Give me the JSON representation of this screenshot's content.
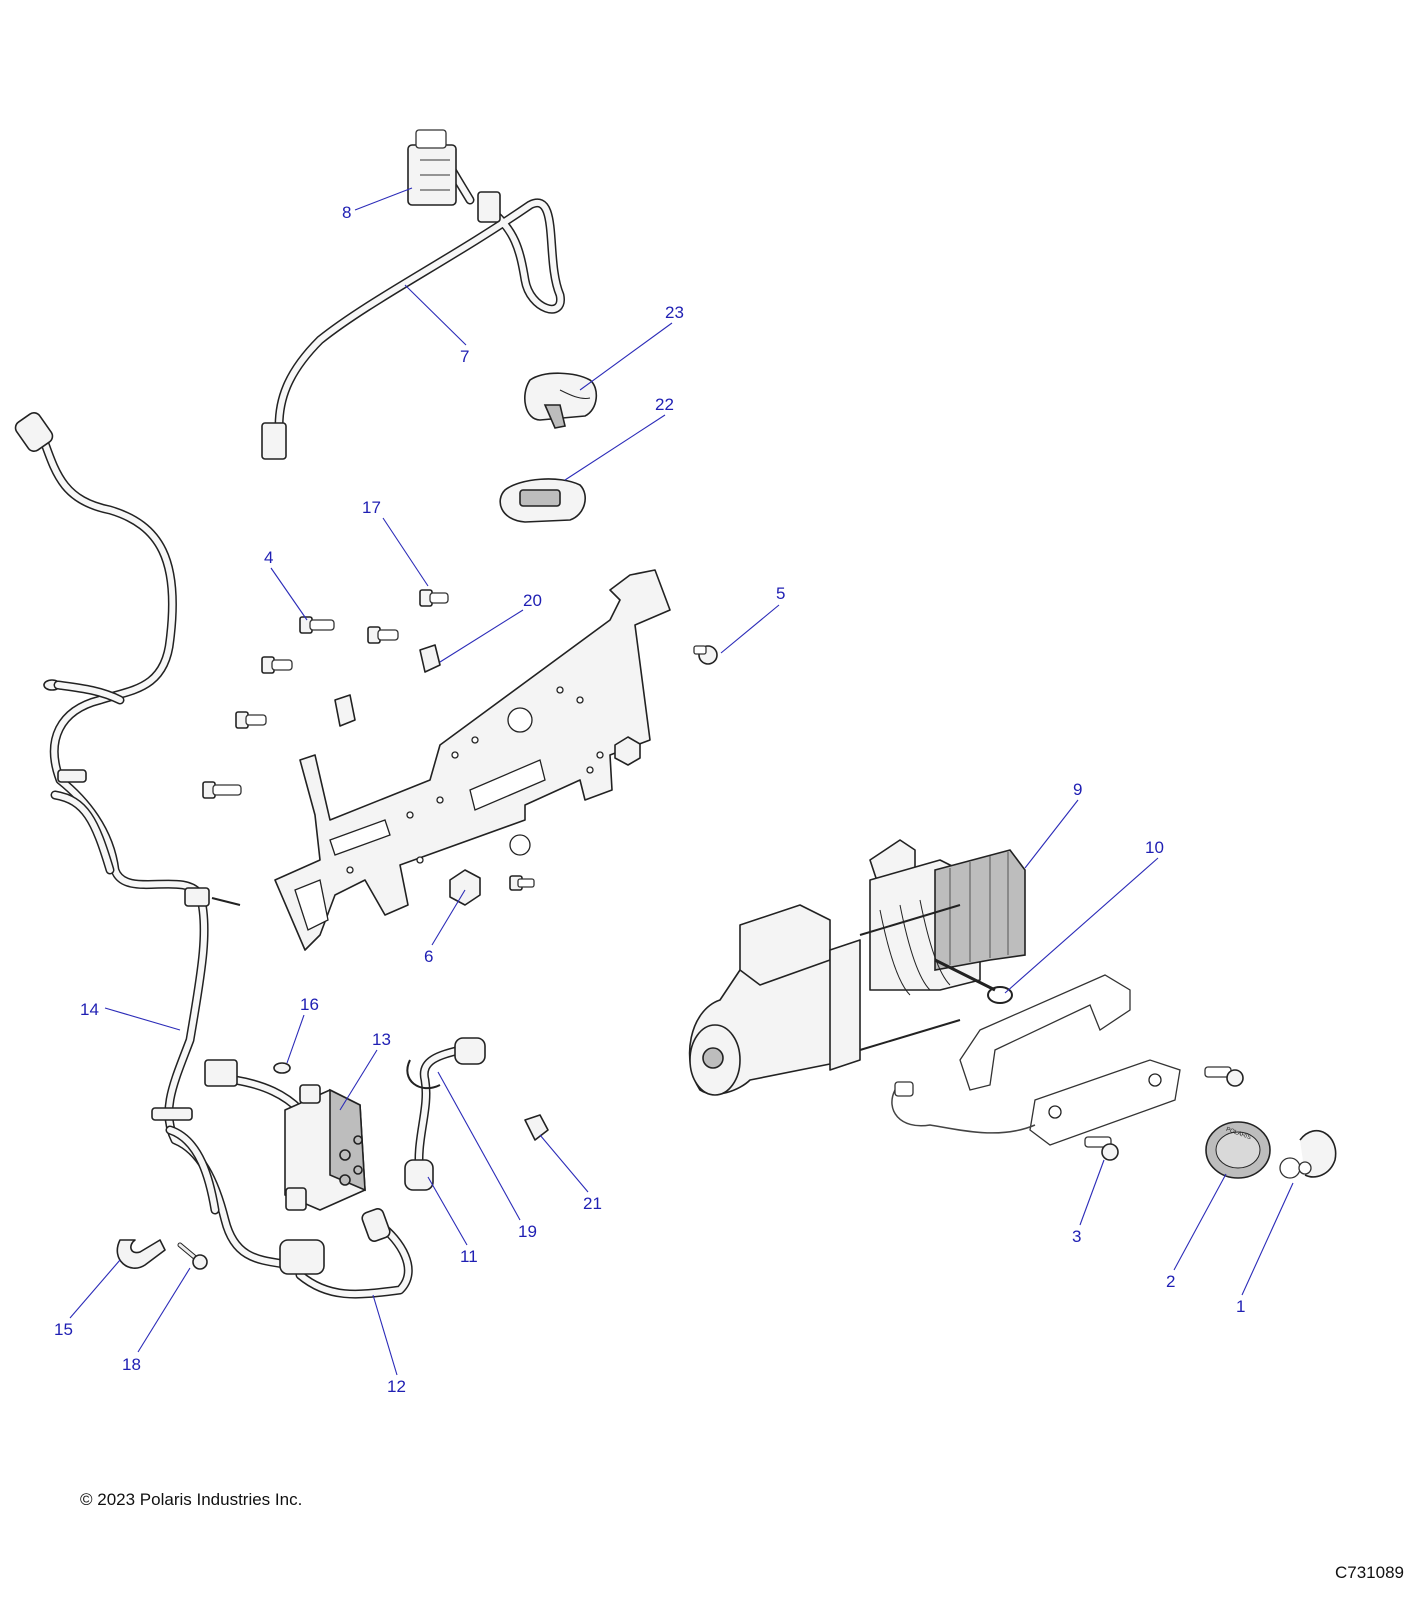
{
  "footer": {
    "copyright": "© 2023 Polaris Industries Inc.",
    "drawing_number": "C731089"
  },
  "callouts": {
    "c1": "1",
    "c2": "2",
    "c3": "3",
    "c4": "4",
    "c5": "5",
    "c6": "6",
    "c7": "7",
    "c8": "8",
    "c9": "9",
    "c10": "10",
    "c11": "11",
    "c12": "12",
    "c13": "13",
    "c14": "14",
    "c15": "15",
    "c16": "16",
    "c17": "17",
    "c18": "18",
    "c19": "19",
    "c20": "20",
    "c21": "21",
    "c22": "22",
    "c23": "23"
  },
  "winch_drum_label": "POLARIS"
}
